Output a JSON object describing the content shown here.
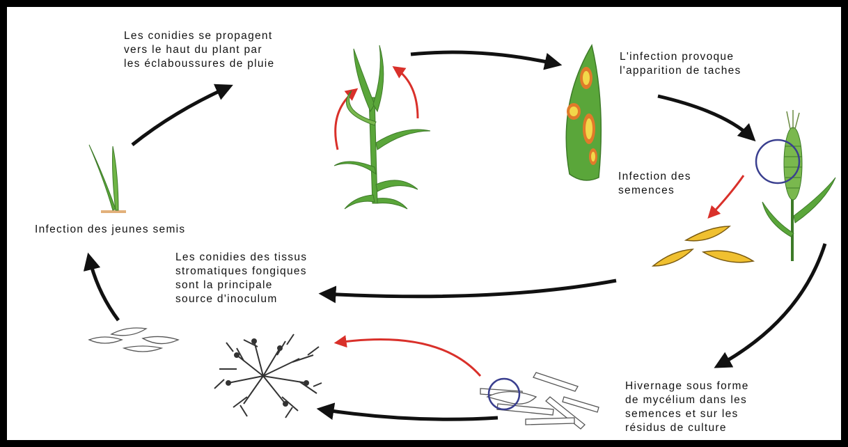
{
  "labels": {
    "conidies_propagent": "Les conidies se propagent\nvers le haut du plant par\nles éclaboussures de pluie",
    "infection_taches": "L'infection provoque\nl'apparition de taches",
    "infection_semences": "Infection des\nsemences",
    "infection_semis": "Infection des jeunes semis",
    "conidies_tissus": "Les conidies des tissus\nstromatiques fongiques\nsont la principale\nsource d'inoculum",
    "hivernage": "Hivernage sous forme\nde mycélium dans les\nsemences et sur les\nrésidus de culture"
  },
  "colors": {
    "frame": "#000000",
    "arrow_black": "#111111",
    "arrow_red": "#d9302a",
    "plant_green": "#5aa63a",
    "plant_light": "#8cc15a",
    "lesion_orange": "#e07a2a",
    "lesion_yellow": "#f2d84a",
    "seed_yellow": "#f0c030",
    "circle_blue": "#3a3f8f"
  }
}
